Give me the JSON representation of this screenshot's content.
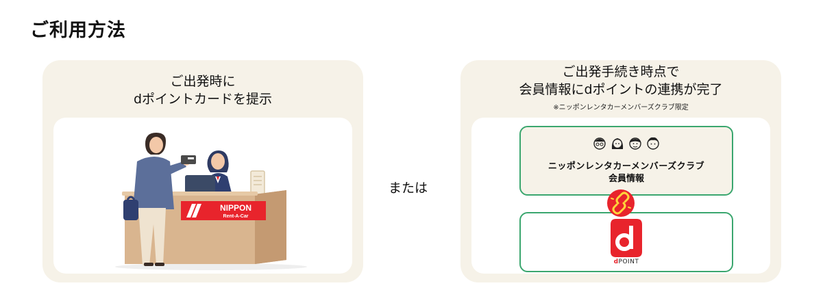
{
  "page": {
    "title": "ご利用方法"
  },
  "left_card": {
    "line1": "ご出発時に",
    "line2": "dポイントカードを提示",
    "counter_logo": {
      "top": "NIPPON",
      "bottom": "Rent-A-Car"
    }
  },
  "separator": {
    "text": "または"
  },
  "right_card": {
    "line1": "ご出発手続き時点で",
    "line2": "会員情報にdポイントの連携が完了",
    "note": "※ニッポンレンタカーメンバーズクラブ限定",
    "member_box": {
      "title": "ニッポンレンタカーメンバーズクラブ",
      "subtitle": "会員情報"
    },
    "dpoint": {
      "mark": "d",
      "label": "POINT"
    }
  },
  "colors": {
    "card_bg": "#f6f2e8",
    "accent_green": "#3aa66e",
    "brand_red": "#e8242c"
  }
}
